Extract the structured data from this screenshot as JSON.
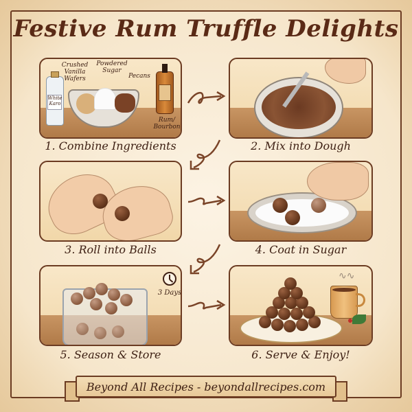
{
  "title": "Festive Rum Truffle Delights",
  "steps": [
    {
      "number": 1,
      "label": "1. Combine Ingredients",
      "ingredients": [
        "Crushed Vanilla Wafers",
        "Powdered Sugar",
        "Pecans"
      ],
      "bottle_left": "White Karo",
      "bottle_right": "Rum/ Bourbon"
    },
    {
      "number": 2,
      "label": "2. Mix into Dough"
    },
    {
      "number": 3,
      "label": "3. Roll into Balls"
    },
    {
      "number": 4,
      "label": "4. Coat in Sugar"
    },
    {
      "number": 5,
      "label": "5. Season & Store",
      "timer_label": "3 Days"
    },
    {
      "number": 6,
      "label": "6. Serve & Enjoy!"
    }
  ],
  "ingredient_labels": {
    "wafers_line1": "Crushed",
    "wafers_line2": "Vanilla",
    "wafers_line3": "Wafers",
    "sugar_line1": "Powdered",
    "sugar_line2": "Sugar",
    "pecans": "Pecans",
    "karo_line1": "White",
    "karo_line2": "Karo",
    "rum_line1": "Rum/",
    "rum_line2": "Bourbon"
  },
  "footer": {
    "banner": "Beyond All Recipes - beyondallrecipes.com"
  },
  "colors": {
    "ink": "#5a2a16",
    "parchment": "#f6e6cb",
    "wood": "#b07a48",
    "truffle": "#5e3219"
  }
}
